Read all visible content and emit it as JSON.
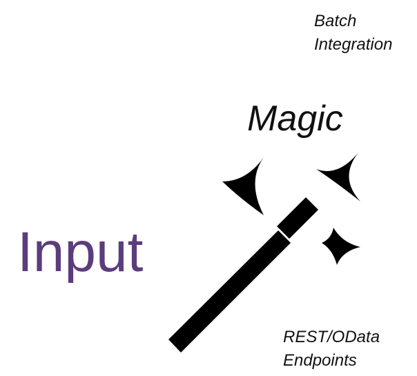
{
  "labels": {
    "batch_line1": "Batch",
    "batch_line2": "Integration",
    "magic": "Magic",
    "input": "Input",
    "rest_line1": "REST/OData",
    "rest_line2": "Endpoints"
  },
  "icons": {
    "wand": "magic-wand-icon",
    "sparkles": [
      "sparkle-large-icon",
      "sparkle-right-icon",
      "sparkle-small-icon"
    ]
  },
  "colors": {
    "input_text": "#5b3d7d",
    "text": "#111111",
    "icon": "#000000",
    "background": "#ffffff"
  }
}
